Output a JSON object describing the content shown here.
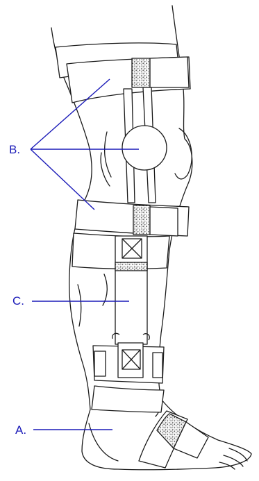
{
  "figure": {
    "labels": [
      {
        "id": "A",
        "text": "A."
      },
      {
        "id": "B",
        "text": "B."
      },
      {
        "id": "C",
        "text": "C."
      }
    ],
    "colors": {
      "callout": "#1a1ab8",
      "ink": "#1a1a1a",
      "velcro": "#6e6e6e",
      "background": "#ffffff"
    },
    "icons": [
      "knee-brace-leg-drawing",
      "velcro-patch",
      "x-box-fastener"
    ]
  }
}
